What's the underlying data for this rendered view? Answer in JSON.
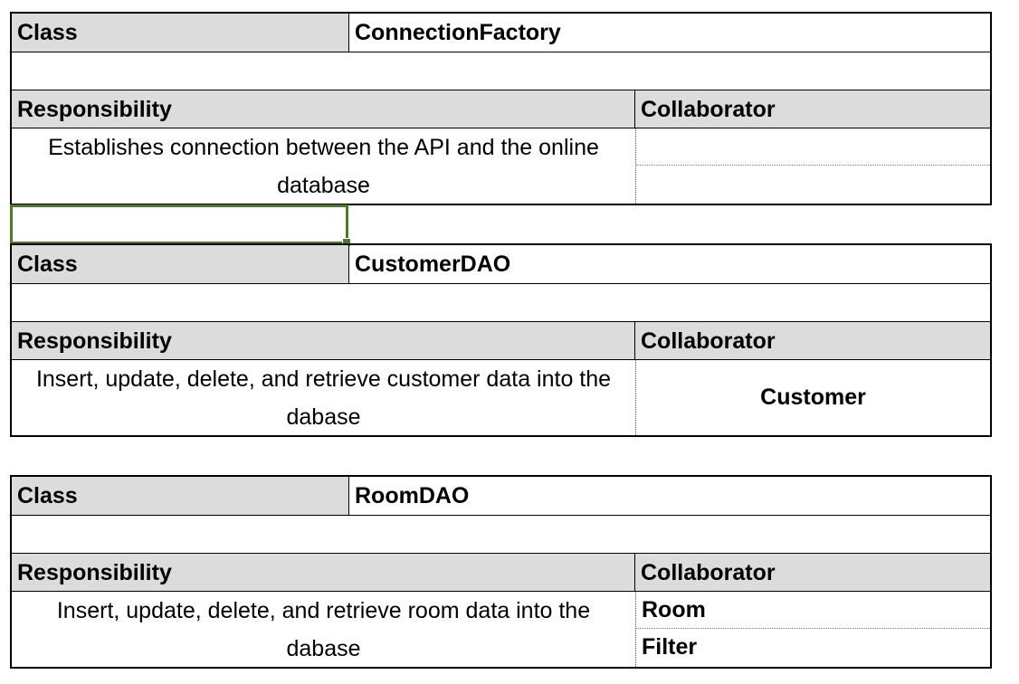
{
  "cards": [
    {
      "class_label": "Class",
      "class_name": "ConnectionFactory",
      "responsibility_label": "Responsibility",
      "collaborator_label": "Collaborator",
      "responsibility_text": "Establishes connection between the API and the online database",
      "collaborators": [
        "",
        ""
      ]
    },
    {
      "class_label": "Class",
      "class_name": "CustomerDAO",
      "responsibility_label": "Responsibility",
      "collaborator_label": "Collaborator",
      "responsibility_text": "Insert, update, delete, and retrieve customer data  into the dabase",
      "collaborators": [
        "Customer"
      ]
    },
    {
      "class_label": "Class",
      "class_name": "RoomDAO",
      "responsibility_label": "Responsibility",
      "collaborator_label": "Collaborator",
      "responsibility_text": "Insert, update, delete, and retrieve room data  into the dabase",
      "collaborators": [
        "Room",
        "Filter"
      ]
    }
  ],
  "colors": {
    "header_gray": "#dcdcdc",
    "selection_green": "#4e7a2c"
  }
}
